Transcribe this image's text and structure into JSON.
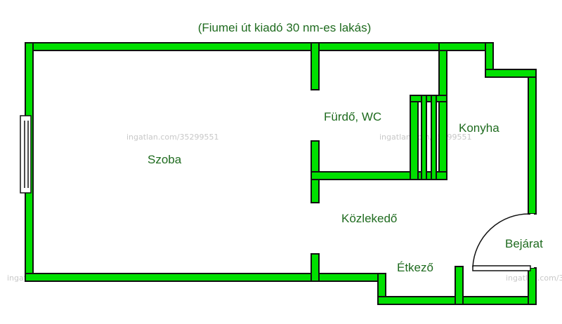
{
  "title": "(Fiumei út kiadó 30 nm-es lakás)",
  "rooms": {
    "szoba": "Szoba",
    "furdo": "Fürdő, WC",
    "konyha": "Konyha",
    "kozlekedo": "Közlekedő",
    "etkezo": "Étkező",
    "bejarat": "Bejárat"
  },
  "watermark": "ingatlan.com/35299551",
  "colors": {
    "wall": "#00e000",
    "outline": "#111111",
    "label": "#1f6b1f",
    "watermark": "#c8c8c8"
  }
}
